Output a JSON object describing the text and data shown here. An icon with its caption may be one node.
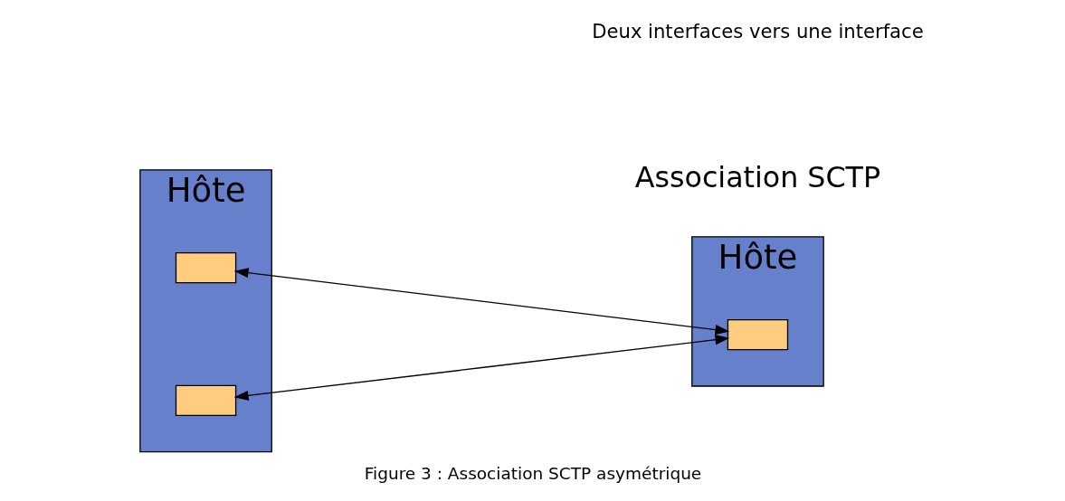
{
  "diagram": {
    "caption": "Figure 3 : Association SCTP asymétrique",
    "nodes": [
      {
        "text": [
          "Hôte"
        ]
      },
      {
        "text": [],
        "shape": "box",
        "in": 0
      },
      {
        "text": [],
        "shape": "box",
        "in": 0
      },
      {
        "text": [
          "Hôte"
        ]
      },
      {
        "text": [],
        "shape": "box",
        "in": 3
      }
    ],
    "edges": [
      {
        "from": 4,
        "to": 1,
        "arrow": "both"
      },
      {
        "from": 4,
        "to": 2,
        "arrow": "both"
      }
    ],
    "labels": [
      "Association SCTP",
      "Deux interfaces vers une interface"
    ]
  }
}
